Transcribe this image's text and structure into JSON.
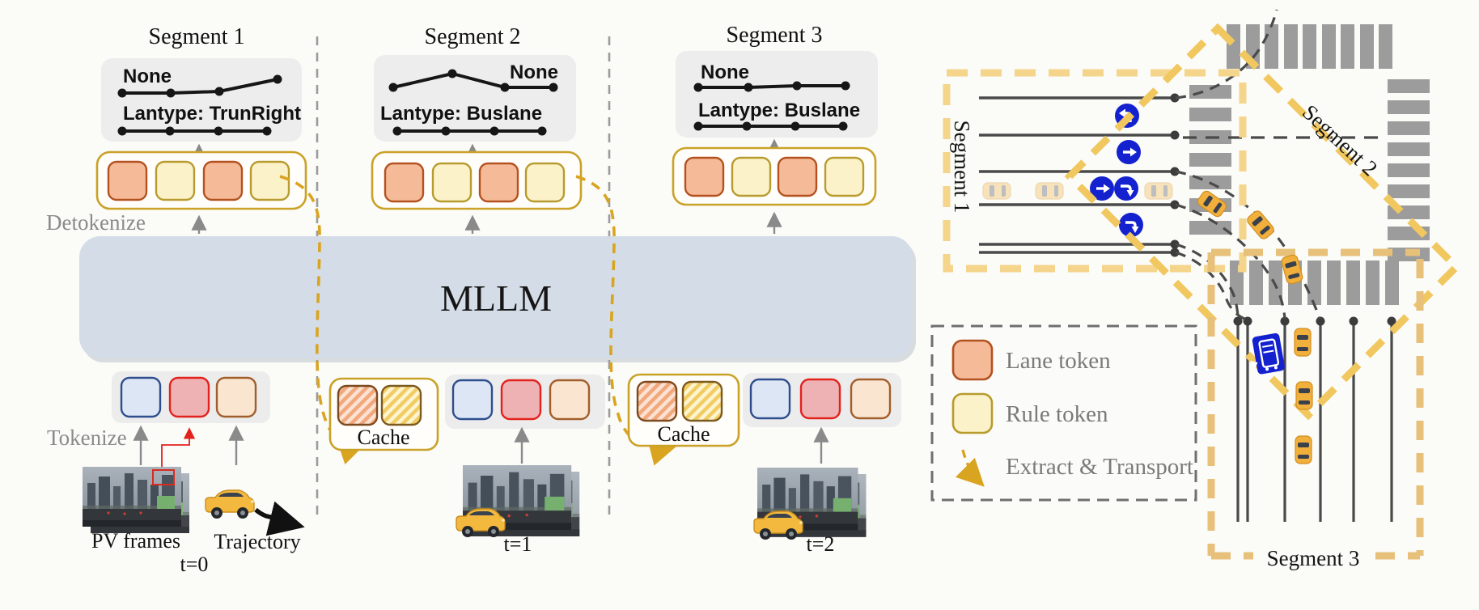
{
  "figure": {
    "mllm_label": "MLLM",
    "detokenize_label": "Detokenize",
    "tokenize_label": "Tokenize",
    "pv_frames_label": "PV frames",
    "trajectory_label": "Trajectory",
    "segments": [
      {
        "title": "Segment 1",
        "none_label": "None",
        "lane_label": "Lantype: TrunRight",
        "time_label": "t=0",
        "cache_label": null
      },
      {
        "title": "Segment 2",
        "none_label": "None",
        "lane_label": "Lantype: Buslane",
        "time_label": "t=1",
        "cache_label": "Cache"
      },
      {
        "title": "Segment 3",
        "none_label": "None",
        "lane_label": "Lantype: Buslane",
        "time_label": "t=2",
        "cache_label": "Cache"
      }
    ]
  },
  "map": {
    "segment1_label": "Segment 1",
    "segment2_label": "Segment 2",
    "segment3_label": "Segment 3"
  },
  "legend": {
    "lane_token_label": "Lane token",
    "rule_token_label": "Rule token",
    "extract_label": "Extract & Transport"
  },
  "colors": {
    "lane_token_fill": "#F5BB99",
    "lane_token_border": "#B4511E",
    "rule_token_fill": "#FBF2C9",
    "rule_token_border": "#B89B2E",
    "container_border": "#C9A227",
    "image_token_blue": "#DCE6F4",
    "image_token_red": "#EEB2B4",
    "image_token_peach": "#FAE5D0",
    "mllm_fill": "#D4DCE7",
    "transport_yellow": "#D9A41F",
    "road_dash_yellow": "#F1C75F",
    "sign_blue": "#1322CE"
  }
}
